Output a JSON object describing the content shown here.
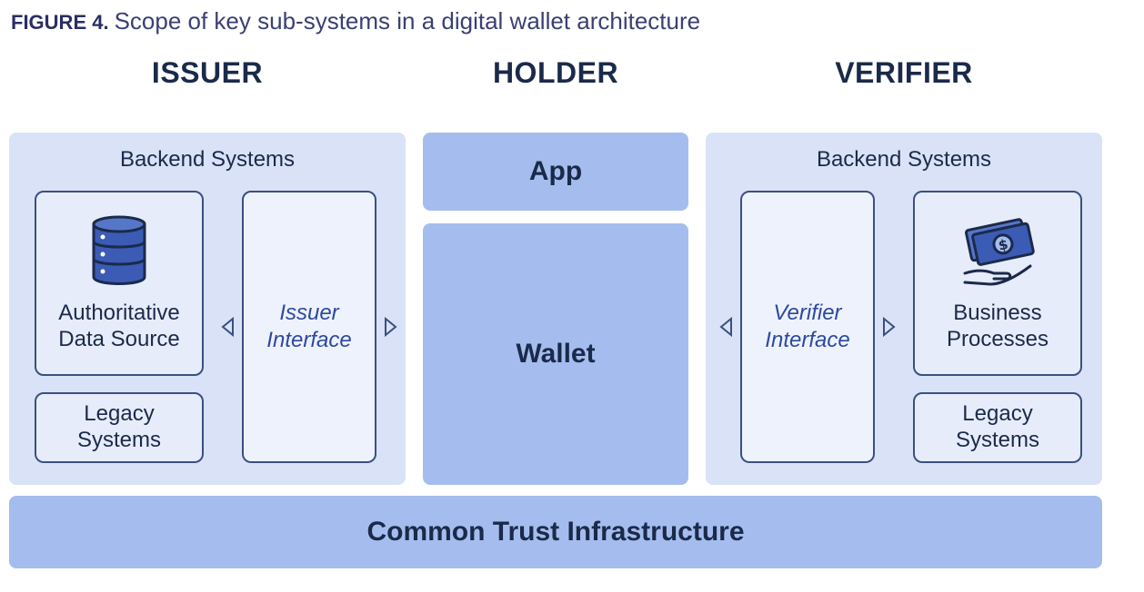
{
  "figure": {
    "number": "FIGURE 4.",
    "caption": "Scope of key sub-systems in a digital wallet architecture"
  },
  "columns": {
    "issuer": "ISSUER",
    "holder": "HOLDER",
    "verifier": "VERIFIER"
  },
  "issuer_panel": {
    "title": "Backend Systems",
    "data_source_line1": "Authoritative",
    "data_source_line2": "Data Source",
    "legacy_line1": "Legacy",
    "legacy_line2": "Systems",
    "interface_line1": "Issuer",
    "interface_line2": "Interface"
  },
  "holder_panel": {
    "app": "App",
    "wallet": "Wallet"
  },
  "verifier_panel": {
    "title": "Backend Systems",
    "interface_line1": "Verifier",
    "interface_line2": "Interface",
    "business_line1": "Business",
    "business_line2": "Processes",
    "legacy_line1": "Legacy",
    "legacy_line2": "Systems"
  },
  "footer_bar": "Common Trust Infrastructure",
  "icons": [
    "database-icon",
    "money-hand-icon",
    "triangle-left-icon",
    "triangle-right-icon"
  ],
  "colors": {
    "panel_bg": "#d9e2f7",
    "holder_bg": "#a5bdee",
    "box_border": "#3a4f82",
    "interface_text": "#2d49a0"
  }
}
